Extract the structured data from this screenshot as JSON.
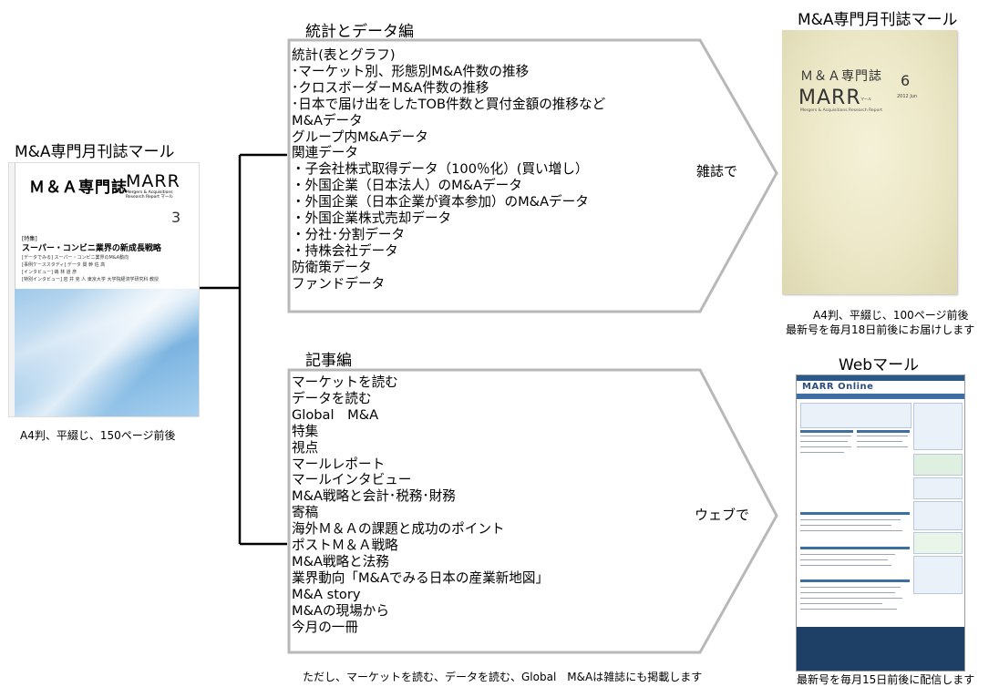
{
  "left": {
    "title": "M&A専門月刊誌マール",
    "caption": "A4判、平綴じ、150ページ前後",
    "cover": {
      "title_left": "Ｍ＆Ａ専門誌",
      "title_right": "MARR",
      "subtitle": "Mergers & Acquisitions Research Report マール",
      "issue": "3",
      "feature_tag": "[特集]",
      "headline": "スーパー・コンビニ業界の新成長戦略",
      "lines": [
        "[データでみる] スーパー・コンビニ業界のM&A動向",
        "[事例ケーススタディ] データ 関 幹 佐 高",
        "[インタビュー] 嶋 林 道 彦",
        "[特別インタビュー] 岩 井 克 人 東京大学 大学院経済学研究科 教授"
      ]
    }
  },
  "top_box": {
    "heading": "統計とデータ編",
    "items": [
      "統計(表とグラフ)",
      "･マーケット別、形態別M&A件数の推移",
      "･クロスボーダーM&A件数の推移",
      "･日本で届け出をしたTOB件数と買付金額の推移など",
      "M&Aデータ",
      "グループ内M&Aデータ",
      "関連データ",
      "・子会社株式取得データ（100％化）(買い増し）",
      "・外国企業（日本法人）のM&Aデータ",
      "・外国企業（日本企業が資本参加）のM&Aデータ",
      "・外国企業株式売却データ",
      "・分社･分割データ",
      "・持株会社データ",
      "防衛策データ",
      "ファンドデータ"
    ],
    "arrow_label": "雑誌で"
  },
  "bottom_box": {
    "heading": "記事編",
    "items": [
      "マーケットを読む",
      "データを読む",
      "Global　M&A",
      "特集",
      "視点",
      "マールレポート",
      "マールインタビュー",
      "M&A戦略と会計･税務･財務",
      "寄稿",
      "海外Ｍ＆Ａの課題と成功のポイント",
      "ポストＭ＆Ａ戦略",
      "M&A戦略と法務",
      "業界動向「M&Aでみる日本の産業新地図」",
      "M&A story",
      "M&Aの現場から",
      "今月の一冊"
    ],
    "arrow_label": "ウェブで",
    "footnote": "ただし、マーケットを読む、データを読む、Global　M&Aは雑誌にも掲載します"
  },
  "right_top": {
    "title": "M&A専門月刊誌マール",
    "caption_line1": "A4判、平綴じ、100ページ前後",
    "caption_line2": "最新号を毎月18日前後にお届けします",
    "magazine": {
      "title": "Ｍ＆Ａ専門誌",
      "logo": "MARR",
      "logo_sub": "マール",
      "issue": "6",
      "date": "2012 Jun",
      "sub": "Mergers & Acquisitions Research Report"
    }
  },
  "right_bottom": {
    "title": "Webマール",
    "caption": "最新号を毎月15日前後に配信します",
    "logo": "MARR Online"
  }
}
